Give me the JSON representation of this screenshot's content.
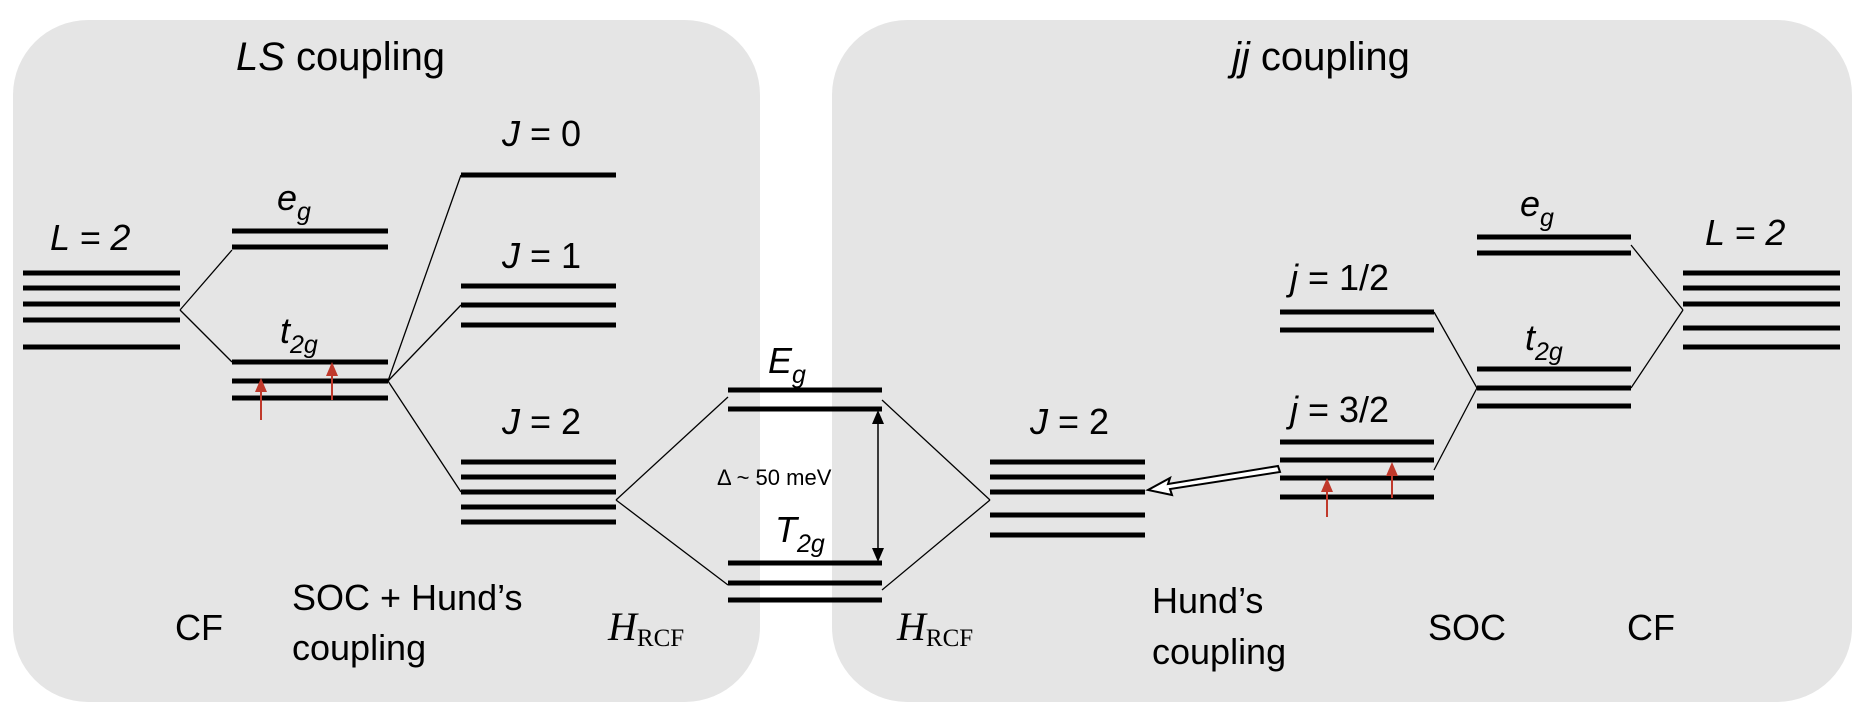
{
  "colors": {
    "panel": "#e5e5e5",
    "line": "#000000",
    "electron": "#c0392b"
  },
  "ls_panel": {
    "title_italic": "LS",
    "title_rest": " coupling",
    "L_label": "L = 2",
    "eg_main": "e",
    "eg_sub": "g",
    "t2g_main": "t",
    "t2g_sub": "2g",
    "J0_main": "J",
    "J0_rest": " = 0",
    "J1_main": "J",
    "J1_rest": " = 1",
    "J2_main": "J",
    "J2_rest": " = 2",
    "cf_label": "CF",
    "soc_hund_line1": "SOC + Hund’s",
    "soc_hund_line2": "coupling",
    "hamiltonian_main": "H",
    "hamiltonian_sub": "RCF"
  },
  "middle": {
    "Eg_main": "E",
    "Eg_sub": "g",
    "T2g_main": "T",
    "T2g_sub": "2g",
    "gap_label": "Δ ~ 50 meV"
  },
  "jj_panel": {
    "title_italic": "jj",
    "title_rest": " coupling",
    "L_label": "L = 2",
    "eg_main": "e",
    "eg_sub": "g",
    "t2g_main": "t",
    "t2g_sub": "2g",
    "j12_main": "j",
    "j12_rest": " = 1/2",
    "j32_main": "j",
    "j32_rest": " = 3/2",
    "J2_main": "J",
    "J2_rest": " = 2",
    "hund_line1": "Hund’s",
    "hund_line2": "coupling",
    "soc_label": "SOC",
    "cf_label": "CF",
    "hamiltonian_main": "H",
    "hamiltonian_sub": "RCF"
  }
}
